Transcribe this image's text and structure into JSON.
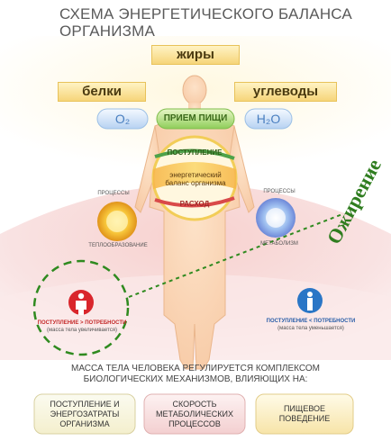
{
  "title_line1": "СХЕМА ЭНЕРГЕТИЧЕСКОГО БАЛАНСА",
  "title_line2": "ОРГАНИЗМА",
  "tags": {
    "fats": "жиры",
    "proteins": "белки",
    "carbs": "углеводы"
  },
  "inputs": {
    "oxygen": "O₂",
    "food": "ПРИЕМ ПИЩИ",
    "water": "H₂O"
  },
  "center": {
    "intake": "ПОСТУПЛЕНИЕ",
    "balance": "энергетический баланс организма",
    "expense": "РАСХОД"
  },
  "side_labels": {
    "left_process": "ПРОЦЕССЫ",
    "left_thermo": "ТЕПЛООБРАЗОВАНИЕ",
    "right_process": "ПРОЦЕССЫ",
    "right_metab": "МЕТАБОЛИЗМ"
  },
  "obesity_label": "Ожирение",
  "left_status": {
    "text": "ПОСТУПЛЕНИЕ > ПОТРЕБНОСТИ",
    "sub": "(масса тела увеличивается)"
  },
  "right_status": {
    "text": "ПОСТУПЛЕНИЕ < ПОТРЕБНОСТИ",
    "sub": "(масса тела уменьшается)"
  },
  "bottom_title_line1": "МАССА ТЕЛА ЧЕЛОВЕКА РЕГУЛИРУЕТСЯ КОМПЛЕКСОМ",
  "bottom_title_line2": "БИОЛОГИЧЕСКИХ МЕХАНИЗМОВ, ВЛИЯЮЩИХ НА:",
  "bottom_boxes": [
    "ПОСТУПЛЕНИЕ И ЭНЕРГОЗАТРАТЫ ОРГАНИЗМА",
    "СКОРОСТЬ МЕТАБОЛИЧЕСКИХ ПРОЦЕССОВ",
    "ПИЩЕВОЕ ПОВЕДЕНИЕ"
  ],
  "colors": {
    "obesity": "#2f7d1f",
    "dashed": "#2f8a1f",
    "left_circle": "#d9262c",
    "right_circle": "#2a76c6"
  }
}
